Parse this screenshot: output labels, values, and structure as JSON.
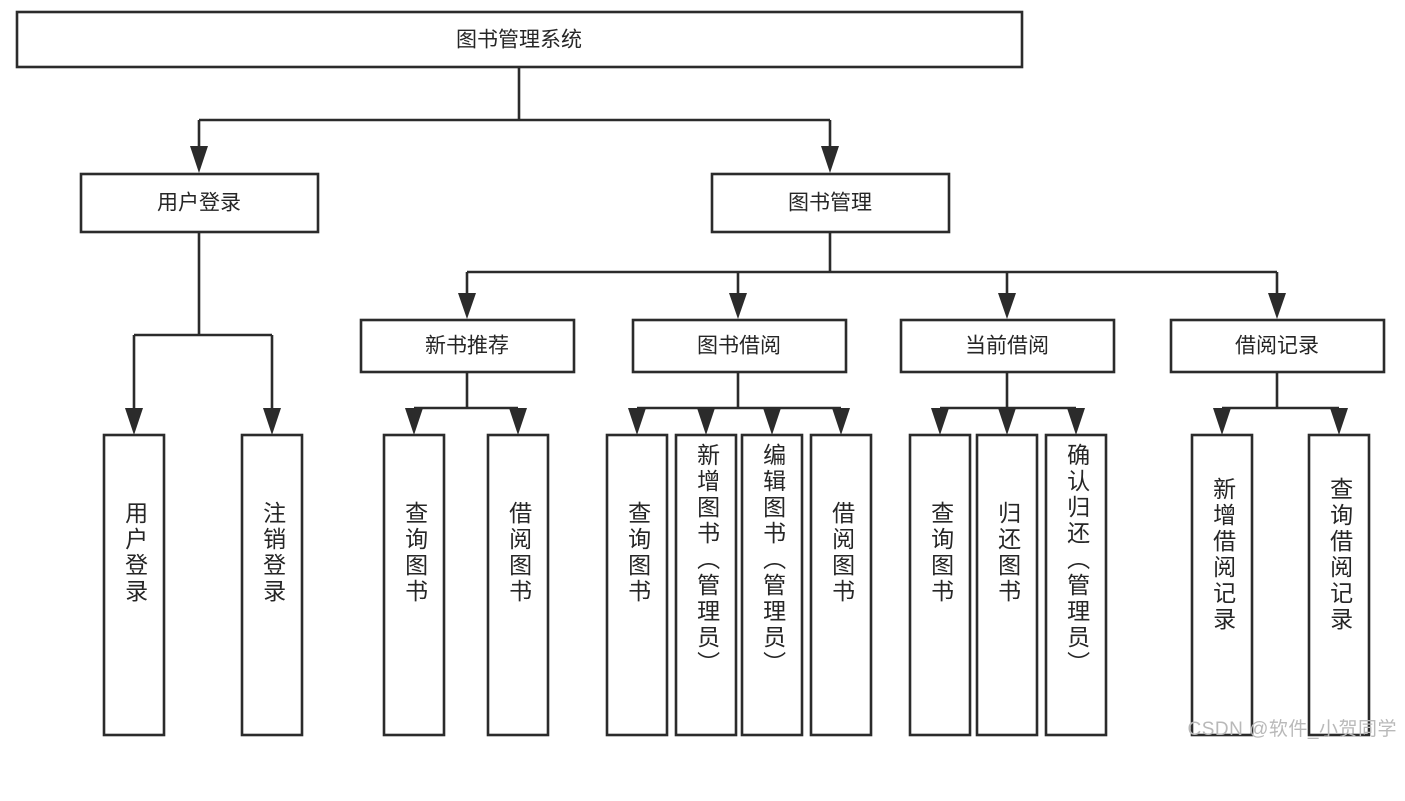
{
  "diagram": {
    "title_node": {
      "label": "图书管理系统"
    },
    "level2": [
      {
        "id": "user-login",
        "label": "用户登录"
      },
      {
        "id": "book-management",
        "label": "图书管理"
      }
    ],
    "level3": [
      {
        "id": "new-book-recommend",
        "label": "新书推荐"
      },
      {
        "id": "book-borrow",
        "label": "图书借阅"
      },
      {
        "id": "current-borrow",
        "label": "当前借阅"
      },
      {
        "id": "borrow-record",
        "label": "借阅记录"
      }
    ],
    "leaves": [
      {
        "id": "leaf-user-login",
        "label": "用户登录",
        "parent": "用户登录"
      },
      {
        "id": "leaf-user-logout",
        "label": "注销登录",
        "parent": "用户登录"
      },
      {
        "id": "leaf-query-book-1",
        "label": "查询图书",
        "parent": "新书推荐"
      },
      {
        "id": "leaf-borrow-book-1",
        "label": "借阅图书",
        "parent": "新书推荐"
      },
      {
        "id": "leaf-query-book-2",
        "label": "查询图书",
        "parent": "图书借阅"
      },
      {
        "id": "leaf-add-book",
        "label": "新增图书（管理员）",
        "parent": "图书借阅"
      },
      {
        "id": "leaf-edit-book",
        "label": "编辑图书（管理员）",
        "parent": "图书借阅"
      },
      {
        "id": "leaf-borrow-book-2",
        "label": "借阅图书",
        "parent": "图书借阅"
      },
      {
        "id": "leaf-query-book-3",
        "label": "查询图书",
        "parent": "当前借阅"
      },
      {
        "id": "leaf-return-book",
        "label": "归还图书",
        "parent": "当前借阅"
      },
      {
        "id": "leaf-confirm-return",
        "label": "确认归还（管理员）",
        "parent": "当前借阅"
      },
      {
        "id": "leaf-add-record",
        "label": "新增借阅记录",
        "parent": "借阅记录"
      },
      {
        "id": "leaf-query-record",
        "label": "查询借阅记录",
        "parent": "借阅记录"
      }
    ],
    "watermark": "CSDN @软件_小贺同学",
    "colors": {
      "stroke": "#2b2b2b",
      "fill": "#ffffff",
      "text": "#262626",
      "watermark": "#b9b9b9"
    }
  }
}
